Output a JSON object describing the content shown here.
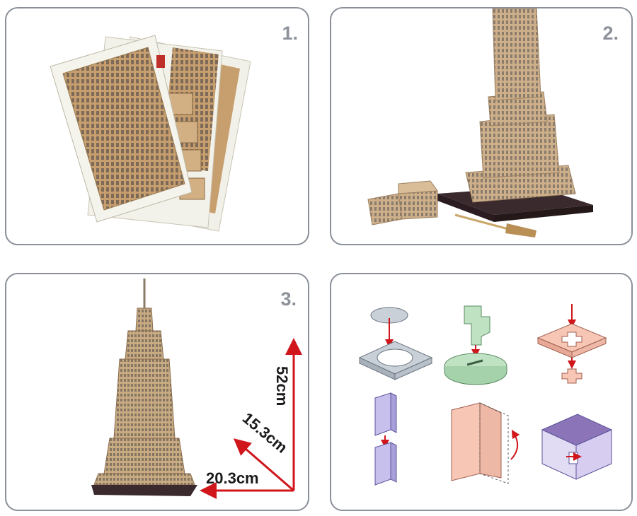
{
  "steps": [
    {
      "number": "1."
    },
    {
      "number": "2."
    },
    {
      "number": "3."
    }
  ],
  "dimensions": {
    "height": "52cm",
    "depth": "15.3cm",
    "width": "20.3cm"
  },
  "colors": {
    "panel_border": "#8a8f99",
    "step_number": "#8d929a",
    "arrow": "#d0151b",
    "building_tan": "#c9ab82",
    "base_dark": "#3a2a2e"
  }
}
